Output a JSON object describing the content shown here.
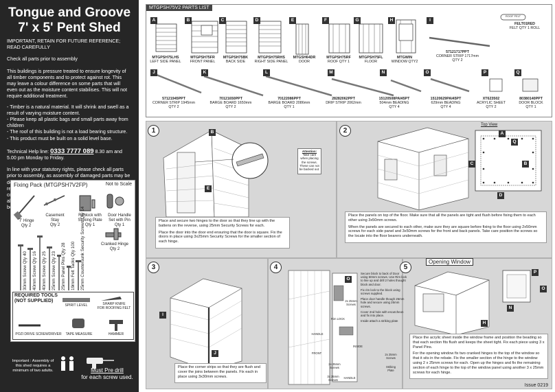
{
  "left": {
    "title1": "Tongue and Groove",
    "title2": "7' x 5' Pent Shed",
    "important": "IMPORTANT, RETAIN FOR FUTURE REFERENCE; READ CAREFULLY",
    "check_all": "Check all parts prior to assembly",
    "pressure": "This buildings is pressure treated to ensure longevity of all timber components and to protect against rot. This may leave a colour difference on some parts that will even out as the moisture content stabilises. This will not require additional treatment.",
    "bullets": [
      "- Timber is a natural material. It will shrink and swell as a result of varying moisture content.",
      "- Please keep all plastic bags and small parts away from children",
      "- The roof of this building is not a load bearing structure.",
      "- This product must be built on a solid level base."
    ],
    "helpline_prefix": "Technical Help line:",
    "helpline_number": "0333 7777 089",
    "helpline_suffix": "8.30 am and 5.00 pm  Monday to Friday.",
    "statutory": "In line with your statutory rights, please check all parts prior to assembly, as assembly of damaged parts may be deemed to be acceptance and this may affect the remedies you are entitled to. If the product is not constructed in accordance with the instructions, or is altered in anyway (e.g. painted), the manufacturer cannot be held liable for any resulting damage."
  },
  "fixing": {
    "title": "Fixing Pack (MTGPSH7V2FP)",
    "note": "Not to Scale",
    "items": [
      {
        "label": "'T' Hinge\nQty 2"
      },
      {
        "label": "Casement\nStay\nQty 2"
      },
      {
        "label": "Rimlock with\nStriking Plate\nQty 1"
      },
      {
        "label": "Door Handle\nSet with Pin\nQty 1"
      },
      {
        "label": "Cranked Hinge\nQty 2"
      }
    ],
    "screws": [
      "30mm Screw Qty 40",
      "40mm Screw Qty 16",
      "40mm Screw Qty 25",
      "25mm Screw Qty 23",
      "25mm Panel Pins Qty 28",
      "19mm Felt Tacks Qty 100",
      "25mm Countersunk Security Screws Qty 14"
    ],
    "tools_title": "REQUIRED TOOLS\n(NOT SUPPLIED)",
    "tools": [
      "SPIRIT LEVEL",
      "SHARP KNIFE\nFOR ROOFING FELT",
      "POZI DRIVE SCREWDRIVER",
      "TAPE MEASURE",
      "HAMMER"
    ]
  },
  "important_box": "Important : Assembly of this shed requires a minimum of two adults.",
  "drill": {
    "line1": "Must Pre drill",
    "line2": "for each screw used."
  },
  "parts": {
    "header": "MTGPSH75V2 PARTS LIST",
    "row1": [
      {
        "letter": "A",
        "code": "MTGPSH75LHS",
        "desc": "LEFT SIDE PANEL"
      },
      {
        "letter": "B",
        "code": "MTGPSH75FR",
        "desc": "FRONT PANEL"
      },
      {
        "letter": "C",
        "code": "MTGPSH75BK",
        "desc": "BACK SIDE"
      },
      {
        "letter": "D",
        "code": "MTGPSH75RHS",
        "desc": "RIGHT SIDE PANEL"
      },
      {
        "letter": "E",
        "code": "MTGSH64DR",
        "desc": "DOOR"
      },
      {
        "letter": "F",
        "code": "MTGPSH75RF",
        "desc": "ROOF QTY 1"
      },
      {
        "letter": "G",
        "code": "MTGPSH75FL",
        "desc": "FLOOR"
      },
      {
        "letter": "H",
        "code": "MTGWIN",
        "desc": "WINDOW QTY2"
      },
      {
        "letter": "I",
        "code": "57121717PPT",
        "desc": "CORNER STRIP 1717mm\nQTY 2"
      },
      {
        "letter": "",
        "code": "FELT01RED",
        "desc": "FELT QTY 1 ROLL"
      }
    ],
    "row2": [
      {
        "letter": "J",
        "code": "57121945PPT",
        "desc": "CORNER STRIP 1945mm\nQTY 2"
      },
      {
        "letter": "K",
        "code": "70121650PPT",
        "desc": "BARGE BOARD 1650mm\nQTY 2"
      },
      {
        "letter": "L",
        "code": "70122086PPT",
        "desc": "BARGE BOARD 2086mm\nQTY 1"
      },
      {
        "letter": "M",
        "code": "28282062PPT",
        "desc": "DRIP STRIP 2062mm"
      },
      {
        "letter": "N",
        "code": "15120508PAI45PT",
        "desc": "504mm BEADING\nQTY 4"
      },
      {
        "letter": "O",
        "code": "15120629PAI45PT",
        "desc": "629mm BEADING\nQTY 4"
      },
      {
        "letter": "P",
        "code": "XT623502",
        "desc": "ACRYLIC SHEET\nQTY 2"
      },
      {
        "letter": "Q",
        "code": "80380140PPT",
        "desc": "DOOR BLOCK\nQTY 1"
      }
    ],
    "felt_tag": "ROOF FELT"
  },
  "steps": {
    "s1_text": [
      "Place and secure two hinges to the door so that they line up with the battens on the reverse, using 25mm Security Screws for each.",
      "Place the door into the door end ensuring that the door is square. Fix the doors in place using 3x25mm Security Screws for the smaller section of each hinge."
    ],
    "attention_head": "Attention:",
    "attention_body": "Take care when placing the screws. These can not be backed out.",
    "s2_text": [
      "Place the panels on top of the floor. Make sure that all the panels are tight and flush before fixing them to each other using 3x50mm screws.",
      "When the panels are secured to each other, make sure they are square before fixing to the floor using 2x50mm screws for each side panel and 3x50mm screws for the front and back panels. Take care position the screws so the locate into the floor bearers underneath."
    ],
    "top_view": "Top View",
    "s3_text": "Place the corner strips so that they are flush and cover the joins between the panels. Fix each in place using 3x30mm screws.",
    "s4_notes": [
      "Secure block to back of Door using 50mm screws. Use Rim lock to line up and drill 2 holes thought block and door.",
      "Fix rim lock to the block using screws supplied.",
      "Place door handle though 25mm hole and secure using 25mm screws.",
      "Cover 2nd hole with escutcheon and fix into place.",
      "Inside attach a striking plate"
    ],
    "s4_labels": [
      "Rim LOCK",
      "HANDLE",
      "INSIDE",
      "FRONT",
      "2x 25mm Screws",
      "2x 25mm Screws",
      "3x 25mm Screws",
      "Striking Plate",
      "HANDLE",
      "2x 25mm Screws"
    ],
    "opening_title": "Opening Window",
    "s5_text": [
      "Place the acrylic sheet inside the window frame and position the beading so that each section fits flush and keeps the sheet tight. Fix each piece using 3 x Panel Pins.",
      "For the opening window fix two cranked hinges to the top of the window so that it sits in the rebate. Fix the smaller section of the hinge to the window using 2 x 25mm screws for each. Open up the hinges and fix the remaining section of each hinge to the top of the window panel using another 3 x 25mm screws for each hinge."
    ],
    "issue": "Issue 0219",
    "nums": [
      "1",
      "2",
      "3",
      "4",
      "5"
    ],
    "tags": {
      "a": "A",
      "b": "B",
      "c": "C",
      "d": "D",
      "e": "E",
      "i": "I",
      "j": "J",
      "q": "Q",
      "o": "O",
      "p": "P",
      "h": "H",
      "n": "N"
    }
  }
}
